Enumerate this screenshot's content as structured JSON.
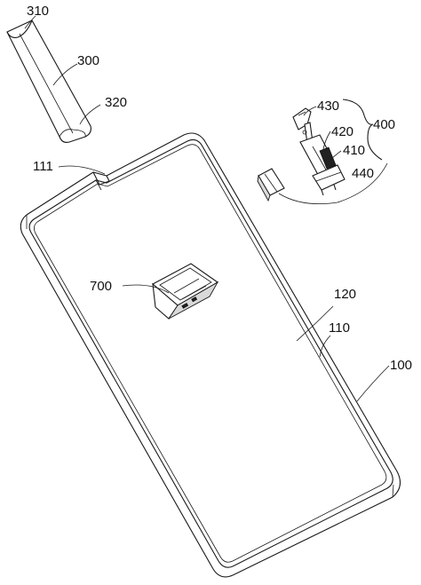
{
  "labels": {
    "l310": "310",
    "l300": "300",
    "l320": "320",
    "l430": "430",
    "l400": "400",
    "l420": "420",
    "l410": "410",
    "l440": "440",
    "l111": "111",
    "l700": "700",
    "l120": "120",
    "l110": "110",
    "l100": "100"
  }
}
